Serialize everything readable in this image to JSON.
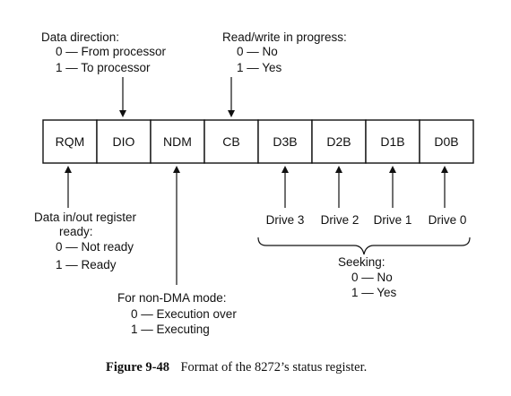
{
  "register": {
    "bits": [
      "RQM",
      "DIO",
      "NDM",
      "CB",
      "D3B",
      "D2B",
      "D1B",
      "D0B"
    ]
  },
  "data_direction": {
    "title": "Data direction:",
    "opt0": "0 — From processor",
    "opt1": "1 — To processor"
  },
  "rw_progress": {
    "title": "Read/write in progress:",
    "opt0": "0 — No",
    "opt1": "1 — Yes"
  },
  "rqm_desc": {
    "line1": "Data in/out register",
    "line2": "ready:",
    "opt0": "0 — Not ready",
    "opt1": "1 — Ready"
  },
  "ndm_desc": {
    "title": "For non-DMA mode:",
    "opt0": "0 — Execution over",
    "opt1": "1 — Executing"
  },
  "drives": [
    "Drive 3",
    "Drive 2",
    "Drive 1",
    "Drive 0"
  ],
  "seeking": {
    "title": "Seeking:",
    "opt0": "0 — No",
    "opt1": "1 — Yes"
  },
  "caption": {
    "label": "Figure 9-48",
    "text": "Format of the 8272’s status register."
  }
}
